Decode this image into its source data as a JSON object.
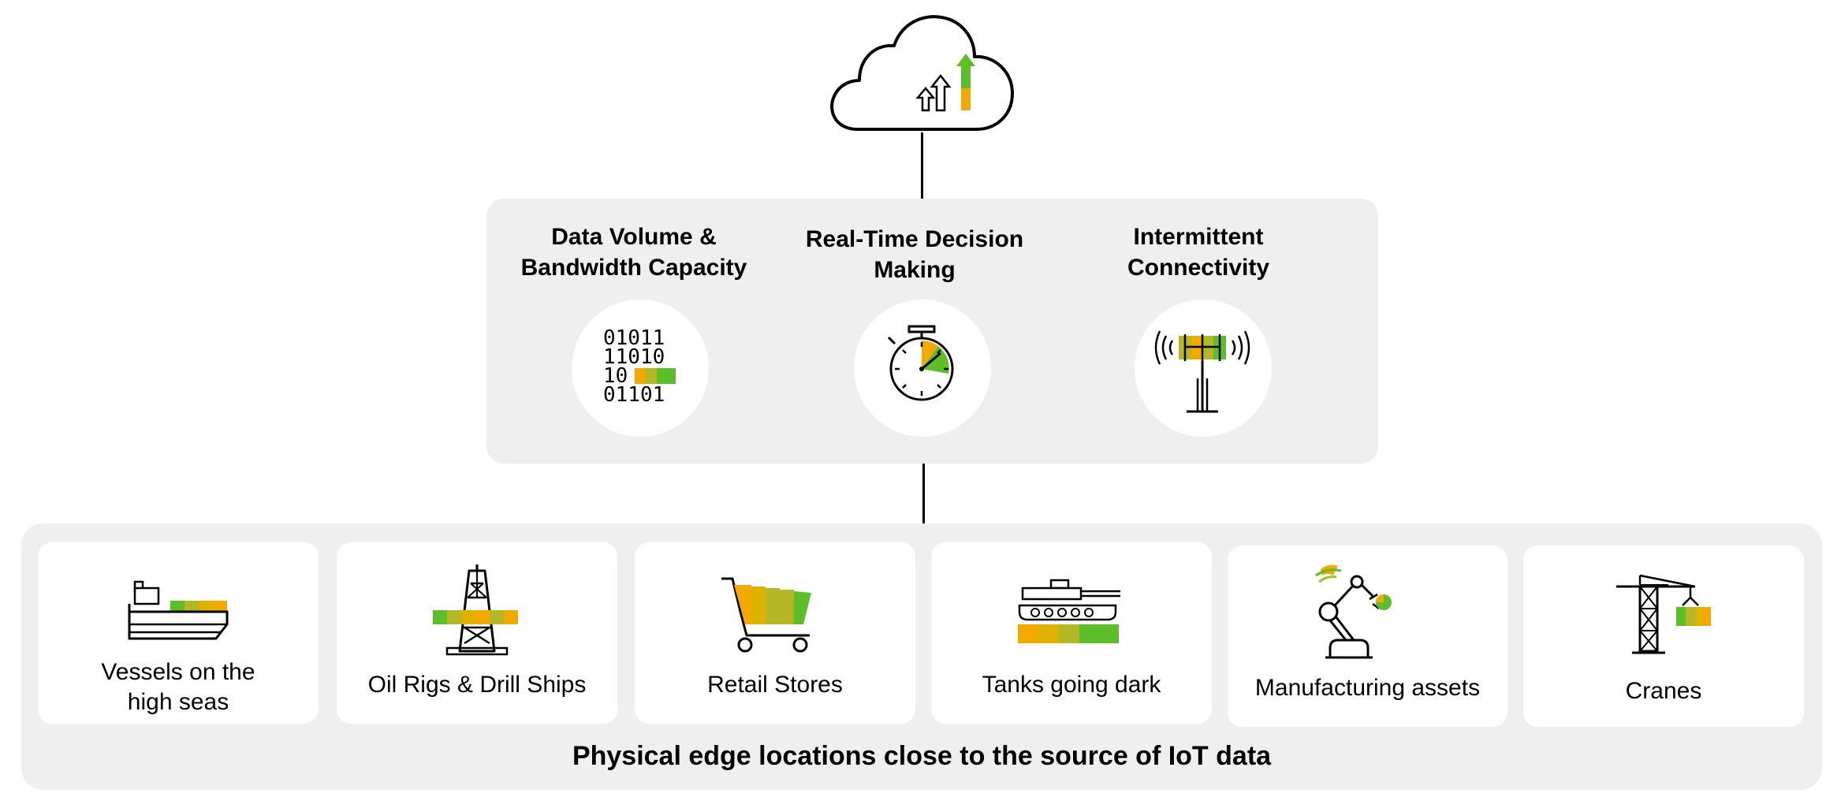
{
  "colors": {
    "orange": "#f2a900",
    "mustard": "#e0b200",
    "olive": "#b3b824",
    "green": "#5cbf2a",
    "panel": "#efefef",
    "line": "#000000"
  },
  "cloud": {
    "icon": "cloud-analytics-icon"
  },
  "challenges": [
    {
      "title": "Data Volume &\nBandwidth Capacity",
      "icon": "binary-data-icon",
      "binary_rows": [
        "01011",
        "11010",
        "10",
        "01101"
      ]
    },
    {
      "title": "Real-Time Decision\nMaking",
      "icon": "stopwatch-icon"
    },
    {
      "title": "Intermittent\nConnectivity",
      "icon": "antenna-tower-icon"
    }
  ],
  "locations": [
    {
      "label": "Vessels on the\nhigh seas",
      "icon": "cargo-ship-icon"
    },
    {
      "label": "Oil Rigs & Drill Ships",
      "icon": "oil-rig-icon"
    },
    {
      "label": "Retail Stores",
      "icon": "shopping-cart-icon"
    },
    {
      "label": "Tanks going dark",
      "icon": "tank-icon"
    },
    {
      "label": "Manufacturing assets",
      "icon": "robotic-arm-icon"
    },
    {
      "label": "Cranes",
      "icon": "crane-icon"
    }
  ],
  "footer": {
    "title": "Physical edge locations close to the source of IoT data"
  }
}
